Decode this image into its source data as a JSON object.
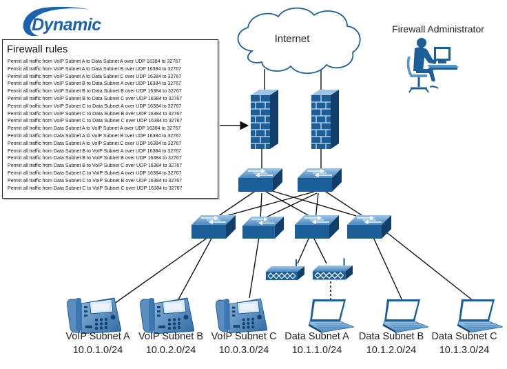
{
  "logo": {
    "text": "Dynamic",
    "color": "#1b63ad"
  },
  "rules_panel": {
    "title": "Firewall rules",
    "rules": [
      "Permit all traffic from VoIP Subnet A to Data Subnet A over UDP 16384 to 32767",
      "Permit all traffic from VoIP Subnet A to Data Subnet B over UDP 16384 to 32767",
      "Permit all traffic from VoIP Subnet A to Data Subnet C over UDP 16384 to 32767",
      "Permit all traffic from VoIP Subnet B to Data Subnet A over UDP 16384 to 32767",
      "Permit all traffic from VoIP Subnet B to Data Subnet B over UDP 16384 to 32767",
      "Permit all traffic from VoIP Subnet B to Data Subnet C over UDP 16384 to 32767",
      "Permit all traffic from VoIP Subnet C to Data Subnet A over UDP 16384 to 32767",
      "Permit all traffic from VoIP Subnet C to Data Subnet B over UDP 16384 to 32767",
      "Permit all traffic from VoIP Subnet C to Data Subnet C over UDP 16384 to 32767",
      "Permit all traffic from Data Subnet A to VoIP Subnet A  over UDP 16384 to 32767",
      "Permit all traffic from Data Subnet A to VoIP Subnet B  over UDP 16384 to 32767",
      "Permit all traffic from Data Subnet A to VoIP Subnet C  over UDP 16384 to 32767",
      "Permit all traffic from Data Subnet B to VoIP Subnet A  over UDP 16384 to 32767",
      "Permit all traffic from Data Subnet B to VoIP Subnet B  over UDP 16384 to 32767",
      "Permit all traffic from Data Subnet B to VoIP Subnet C  over UDP 16384 to 32767",
      "Permit all traffic from Data Subnet C to VoIP Subnet A  over UDP 16384 to 32767",
      "Permit all traffic from Data Subnet C to VoIP Subnet B  over UDP 16384 to 32767",
      "Permit all traffic from Data Subnet C to VoIP Subnet C  over UDP 16384 to 32767"
    ]
  },
  "internet": {
    "label": "Internet"
  },
  "administrator": {
    "label": "Firewall Administrator"
  },
  "subnets": [
    {
      "name": "VoIP Subnet A",
      "network": "10.0.1.0/24",
      "device": "ip-phone-icon"
    },
    {
      "name": "VoIP Subnet B",
      "network": "10.0.2.0/24",
      "device": "ip-phone-icon"
    },
    {
      "name": "VoIP Subnet C",
      "network": "10.0.3.0/24",
      "device": "ip-phone-icon"
    },
    {
      "name": "Data Subnet A",
      "network": "10.1.1.0/24",
      "device": "laptop-icon"
    },
    {
      "name": "Data Subnet B",
      "network": "10.1.2.0/24",
      "device": "laptop-icon"
    },
    {
      "name": "Data Subnet C",
      "network": "10.1.3.0/24",
      "device": "laptop-icon"
    }
  ],
  "icons": [
    "cloud-icon",
    "firewall-icon",
    "switch-icon",
    "wireless-access-point-icon",
    "ip-phone-icon",
    "laptop-icon",
    "administrator-workstation-icon"
  ],
  "colors": {
    "device_blue": "#1b5e96",
    "device_light": "#5a96c8",
    "line": "#111111",
    "brick_grout": "#cfe0ef"
  }
}
